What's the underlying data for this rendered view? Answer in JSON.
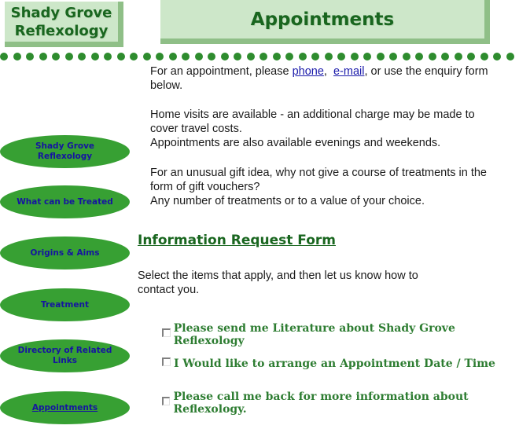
{
  "header": {
    "logo_line1": "Shady Grove",
    "logo_line2": "Reflexology",
    "title": "Appointments"
  },
  "nav": {
    "items": [
      {
        "line1": "Shady Grove",
        "line2": "Reflexology"
      },
      {
        "line1": "What can be Treated",
        "line2": ""
      },
      {
        "line1": "Origins & Aims",
        "line2": ""
      },
      {
        "line1": "Treatment",
        "line2": ""
      },
      {
        "line1": "Directory of Related",
        "line2": "Links"
      },
      {
        "line1": "Appointments",
        "line2": ""
      }
    ]
  },
  "intro": {
    "p1_before": "For an appointment, please ",
    "phone_link": "phone",
    "p1_mid": ",  ",
    "email_link": "e-mail",
    "p1_after": ", or use the enquiry form below.",
    "p2_line1": "Home visits are available - an additional charge may be made to cover travel costs.",
    "p2_line2": "Appointments are also available evenings and weekends.",
    "p3_line1": "For an unusual gift idea, why not give a course of treatments in the form of gift vouchers?",
    "p3_line2": "Any number of treatments or to a value of your choice."
  },
  "form": {
    "heading": "Information Request Form",
    "instructions": "Select the items that apply, and then let us know how to contact you.",
    "options": [
      "Please send me Literature about Shady Grove Reflexology",
      "I Would like to arrange an Appointment Date / Time",
      "Please call me back for more information about Reflexology."
    ]
  },
  "colors": {
    "header_bg": "#cde7c9",
    "header_shadow": "#8fbf87",
    "brand_green": "#19661f",
    "nav_green": "#37a033",
    "nav_text": "#1515a0",
    "option_text": "#2e7d32"
  }
}
